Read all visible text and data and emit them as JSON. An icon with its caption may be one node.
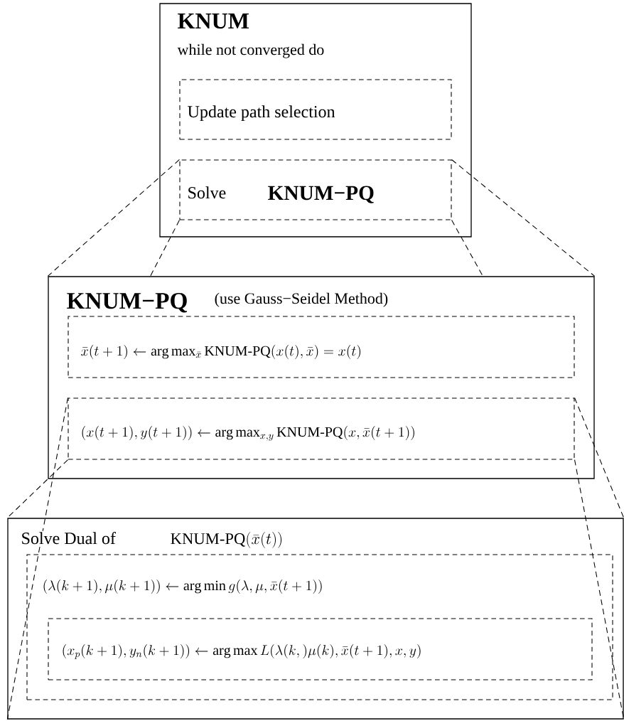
{
  "diagram": {
    "nodes": [
      {
        "text": [
          "KNUM",
          "while not converged do"
        ]
      },
      {
        "text": [
          "Update path selection"
        ],
        "in": 0
      },
      {
        "text": [
          "Solve",
          "KNUM−PQ"
        ],
        "in": 0
      },
      {
        "text": [
          "KNUM−PQ",
          "(use Gauss−Seidel Method)"
        ]
      },
      {
        "text": [
          "\\bar{x}(t+1) \\leftarrow \\arg\\max_{\\bar{x}} \\mbox{KNUM-PQ}(x(t),\\bar{x}) = x(t)"
        ],
        "in": 3
      },
      {
        "text": [
          "(x(t+1),y(t+1)) \\leftarrow \\arg\\max_{x,y} \\mbox{KNUM-PQ}(x,\\bar{x}(t+1))"
        ],
        "in": 3
      },
      {
        "text": [
          "Solve Dual of",
          "\\mbox{KNUM-PQ}(\\bar{x}(t))"
        ]
      },
      {
        "text": [
          "(\\lambda(k+1),\\mu(k+1)) \\leftarrow \\arg\\min g(\\lambda,\\mu,\\bar{x}(t+1))"
        ],
        "in": 6
      },
      {
        "text": [
          "(x_p(k+1),y_n(k+1)) \\leftarrow \\arg\\max L(\\lambda(k,)\\mu(k),\\bar{x}(t+1),x,y)"
        ],
        "in": 7
      }
    ],
    "edges": [
      {
        "from": 2,
        "to": 3,
        "arrow": "none",
        "style": "dashed"
      },
      {
        "from": 2,
        "to": 3,
        "arrow": "none",
        "style": "dashed"
      },
      {
        "from": 2,
        "to": 3,
        "arrow": "none",
        "style": "dashed"
      },
      {
        "from": 2,
        "to": 3,
        "arrow": "none",
        "style": "dashed"
      },
      {
        "from": 5,
        "to": 6,
        "arrow": "none",
        "style": "dashed"
      },
      {
        "from": 5,
        "to": 6,
        "arrow": "none",
        "style": "dashed"
      },
      {
        "from": 5,
        "to": 6,
        "arrow": "none",
        "style": "dashed"
      },
      {
        "from": 5,
        "to": 6,
        "arrow": "none",
        "style": "dashed"
      }
    ]
  }
}
